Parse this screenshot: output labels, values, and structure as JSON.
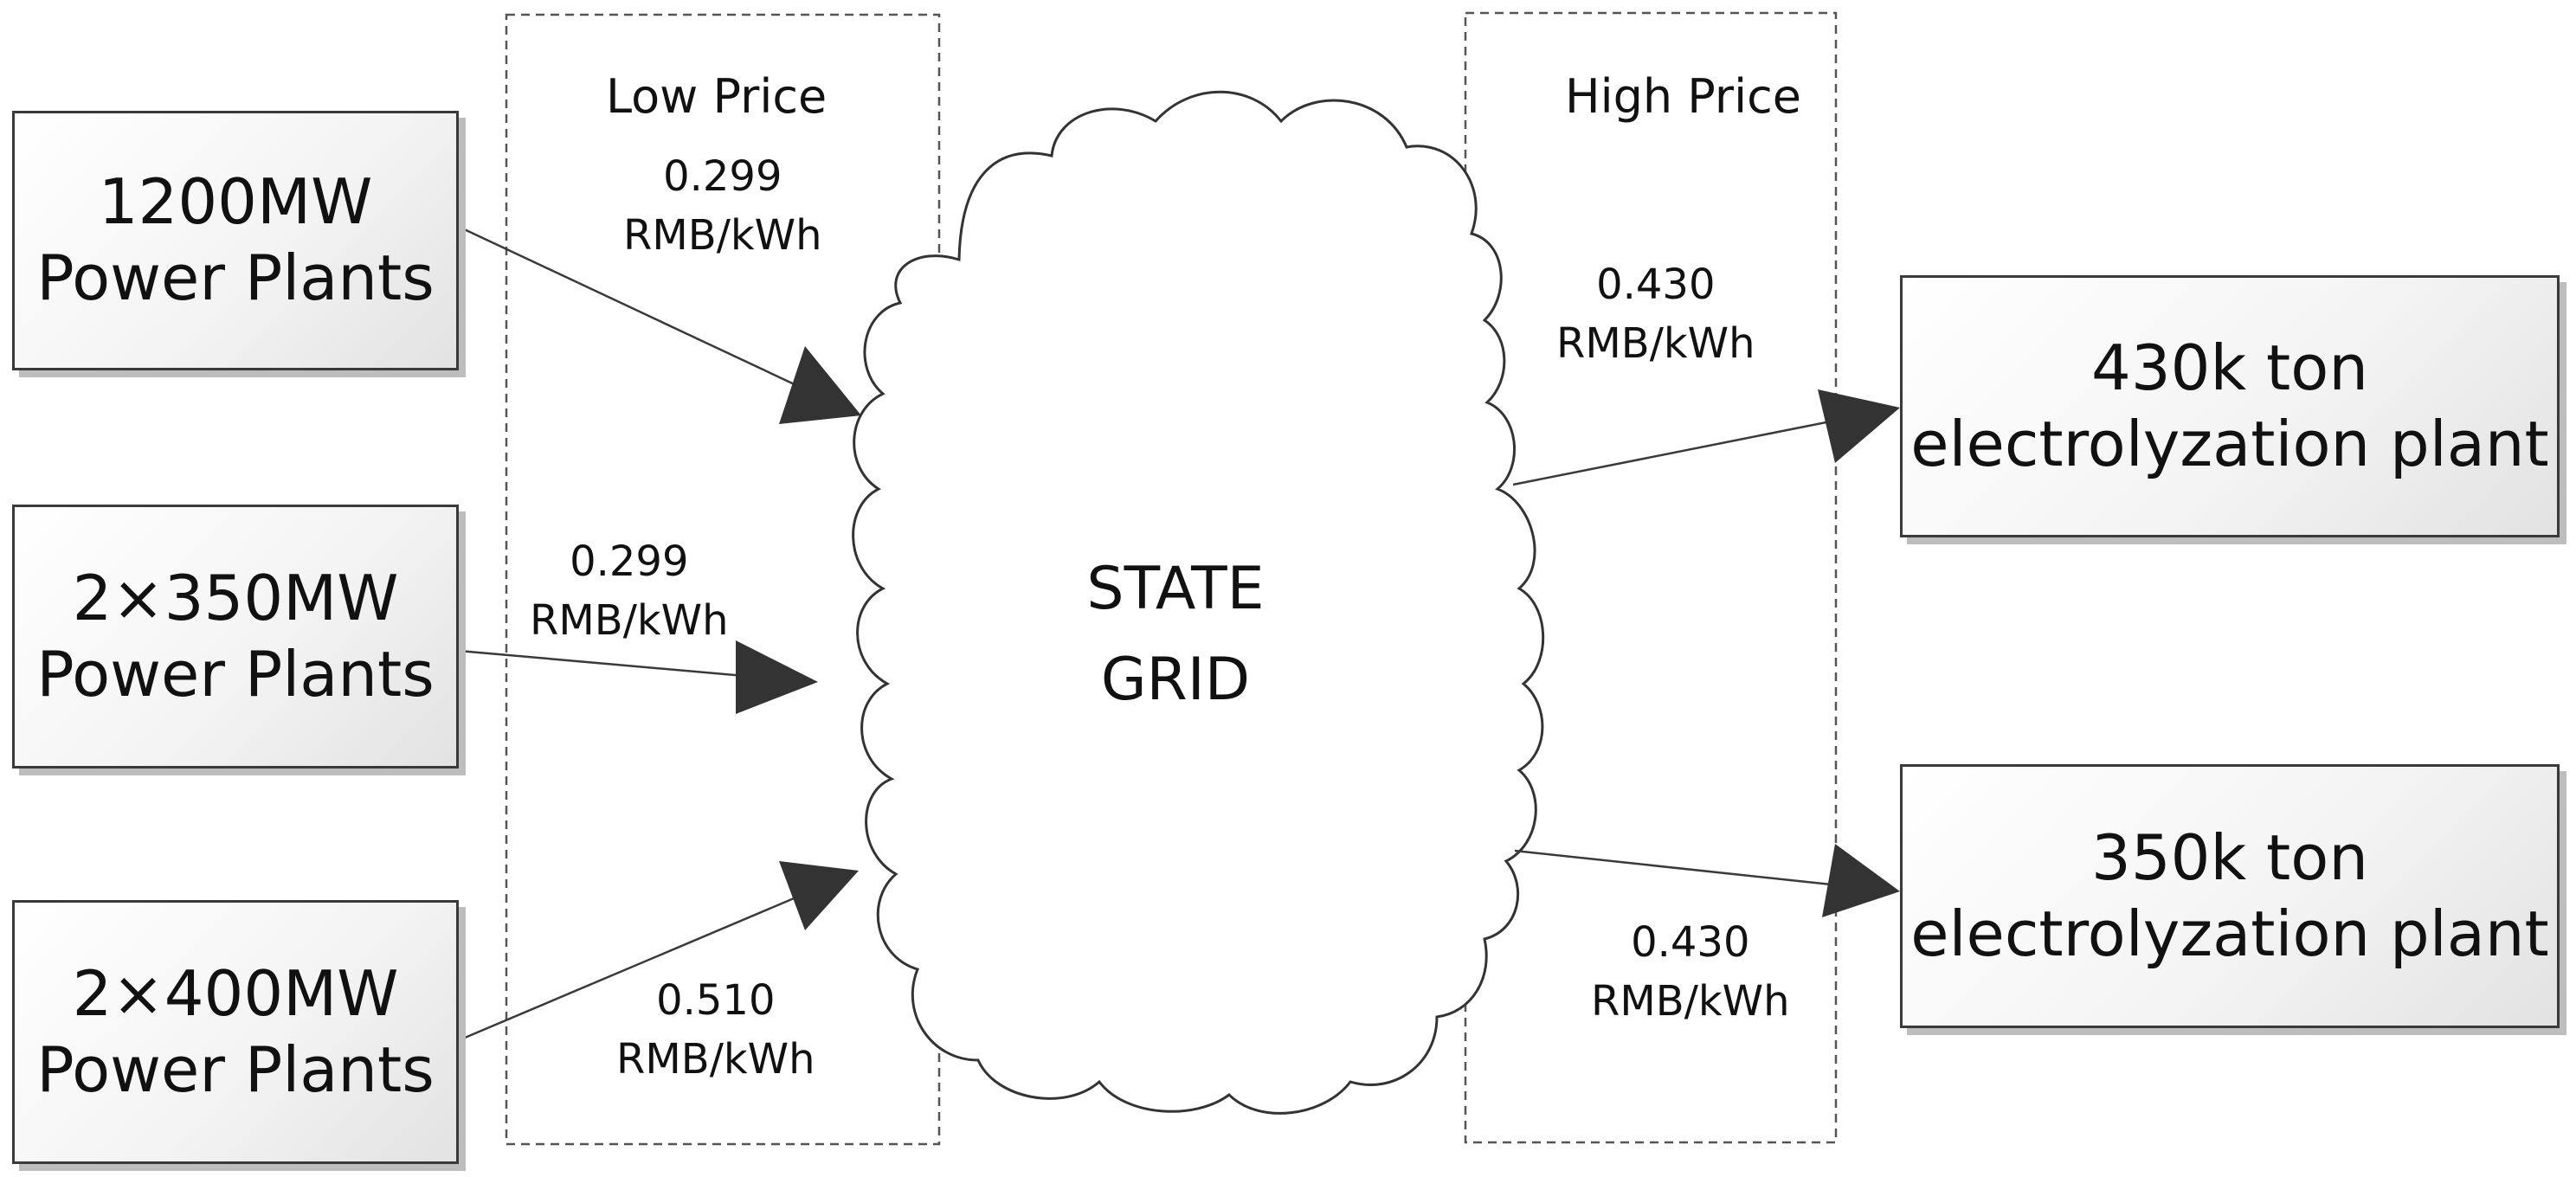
{
  "regions": {
    "low": {
      "heading": "Low Price"
    },
    "high": {
      "heading": "High Price"
    }
  },
  "grid": {
    "line1": "STATE",
    "line2": "GRID"
  },
  "sources": [
    {
      "line1": "1200MW",
      "line2": "Power Plants",
      "price": "0.299",
      "unit": "RMB/kWh"
    },
    {
      "line1": "2×350MW",
      "line2": "Power Plants",
      "price": "0.299",
      "unit": "RMB/kWh"
    },
    {
      "line1": "2×400MW",
      "line2": "Power Plants",
      "price": "0.510",
      "unit": "RMB/kWh"
    }
  ],
  "consumers": [
    {
      "line1": "430k ton",
      "line2": "electrolyzation plant",
      "price": "0.430",
      "unit": "RMB/kWh"
    },
    {
      "line1": "350k ton",
      "line2": "electrolyzation plant",
      "price": "0.430",
      "unit": "RMB/kWh"
    }
  ],
  "colors": {
    "stroke": "#3a3a3a",
    "arrowhead": "#333333",
    "box_shadow": "#bdbdbd",
    "dashed_border": "#555555"
  }
}
